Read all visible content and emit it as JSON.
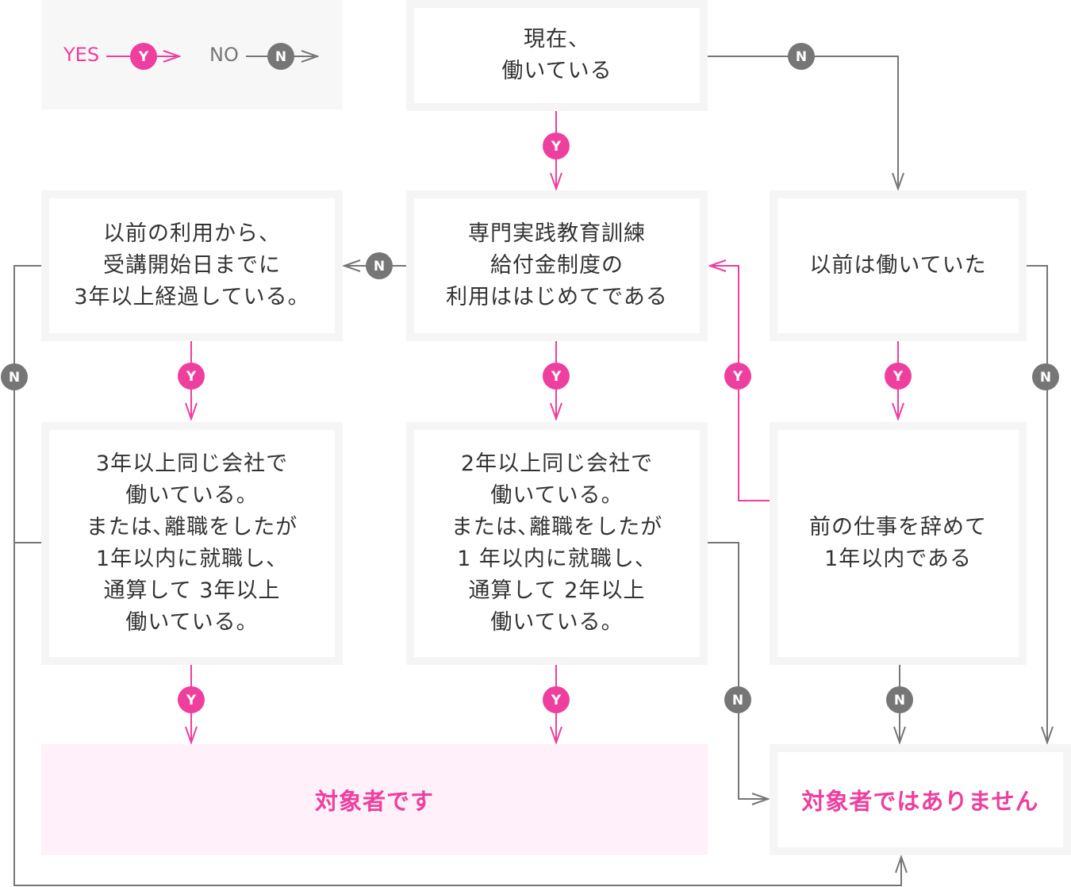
{
  "colors": {
    "yes": "#ee3f9e",
    "no": "#767676",
    "box_border": "#f5f5f5",
    "result_yes_bg": "#fff0fa",
    "text": "#333333"
  },
  "legend": {
    "yes_label": "YES",
    "no_label": "NO",
    "yes_badge": "Y",
    "no_badge": "N"
  },
  "nodes": {
    "currently_working": "現在、\n働いている",
    "first_time_use": "専門実践教育訓練\n給付金制度の\n利用ははじめてである",
    "previous_use_3_years": "以前の利用から、\n受講開始日までに\n3年以上経過している。",
    "previously_worked": "以前は働いていた",
    "worked_3_years": "3年以上同じ会社で\n働いている。\nまたは､離職をしたが\n1年以内に就職し、\n通算して 3年以上\n働いている。",
    "worked_2_years": "2年以上同じ会社で\n働いている。\nまたは､離職をしたが\n1 年以内に就職し、\n通算して 2年以上\n働いている。",
    "quit_within_1_year": "前の仕事を辞めて\n1年以内である"
  },
  "results": {
    "eligible": "対象者です",
    "not_eligible": "対象者ではありません"
  },
  "edge_badges": {
    "yes": "Y",
    "no": "N"
  }
}
